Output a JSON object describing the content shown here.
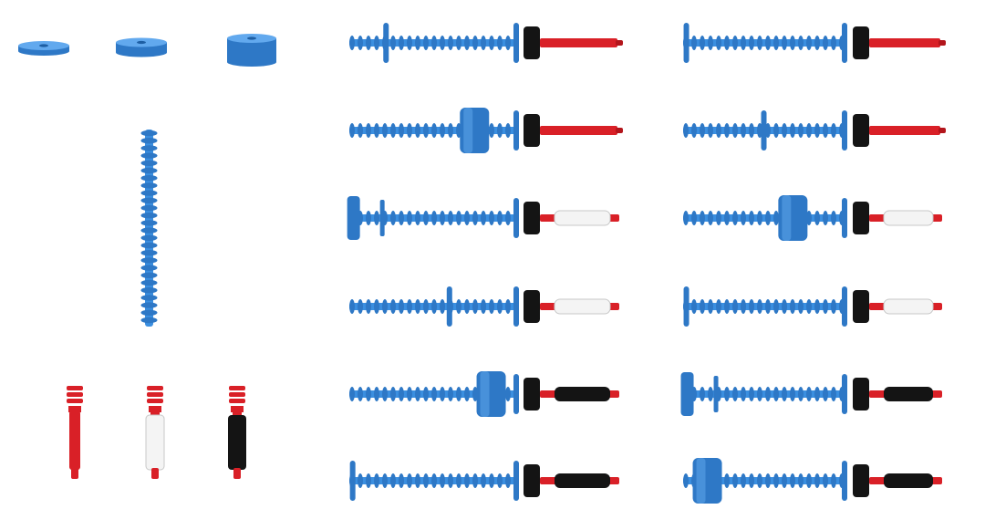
{
  "colors": {
    "blue": "#3b8fe0",
    "blue_dark": "#2e78c6",
    "blue_light": "#62a9ee",
    "red": "#d92027",
    "red_dark": "#b3151b",
    "white": "#f4f4f4",
    "black": "#141414"
  },
  "washers": [
    {
      "name": "washer-thin"
    },
    {
      "name": "washer-medium"
    },
    {
      "name": "washer-thick"
    }
  ],
  "tips": [
    {
      "name": "tip-red",
      "sleeve": "none"
    },
    {
      "name": "tip-white",
      "sleeve": "white"
    },
    {
      "name": "tip-black",
      "sleeve": "black"
    }
  ],
  "assemblies": [
    {
      "tip": "red",
      "stop": "flange",
      "stop_pos": 0.22
    },
    {
      "tip": "red",
      "stop": "flange",
      "stop_pos": 0.02
    },
    {
      "tip": "red",
      "stop": "thick-block",
      "stop_pos": 0.75
    },
    {
      "tip": "red",
      "stop": "flange",
      "stop_pos": 0.5
    },
    {
      "tip": "white",
      "stop": "end-cap",
      "stop_pos": 0.02
    },
    {
      "tip": "white",
      "stop": "thick-block",
      "stop_pos": 0.68
    },
    {
      "tip": "white",
      "stop": "flange",
      "stop_pos": 0.6
    },
    {
      "tip": "white",
      "stop": "flange",
      "stop_pos": 0.02
    },
    {
      "tip": "black",
      "stop": "thick-block",
      "stop_pos": 0.85
    },
    {
      "tip": "black",
      "stop": "end-cap",
      "stop_pos": 0.02
    },
    {
      "tip": "black",
      "stop": "flange",
      "stop_pos": 0.02
    },
    {
      "tip": "black",
      "stop": "thick-block",
      "stop_pos": 0.15
    }
  ]
}
